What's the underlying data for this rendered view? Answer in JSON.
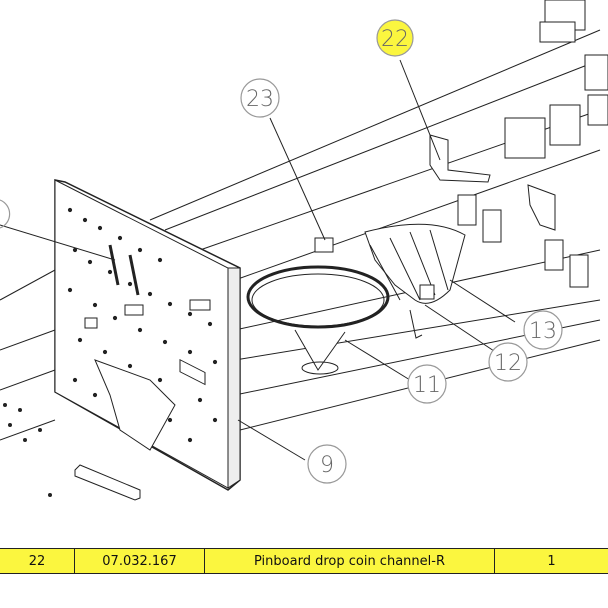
{
  "callouts": {
    "c22": "22",
    "c23": "23",
    "c13": "13",
    "c12": "12",
    "c11": "11",
    "c9": "9"
  },
  "highlight_color": "#fbf63f",
  "parts_row": {
    "item": "22",
    "part_number": "07.032.167",
    "description": "Pinboard drop coin channel-R",
    "quantity": "1"
  }
}
